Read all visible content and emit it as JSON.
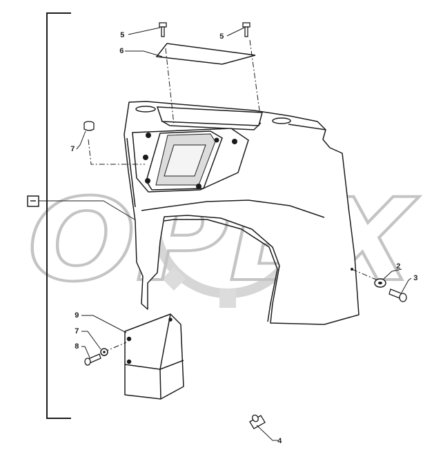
{
  "diagram": {
    "colors": {
      "line": "#1a1a1a",
      "watermark": "#c8c8c8",
      "background": "#ffffff",
      "dark_part": "#2a2a2a"
    },
    "watermark": {
      "text": "OPEX"
    },
    "callouts": {
      "c5_left": "5",
      "c5_right": "5",
      "c6": "6",
      "c7_upper": "7",
      "c2": "2",
      "c3": "3",
      "c9": "9",
      "c7_lower": "7",
      "c8": "8",
      "c4": "4"
    },
    "group_bracket": {
      "icon": "assembly-symbol-icon"
    }
  }
}
